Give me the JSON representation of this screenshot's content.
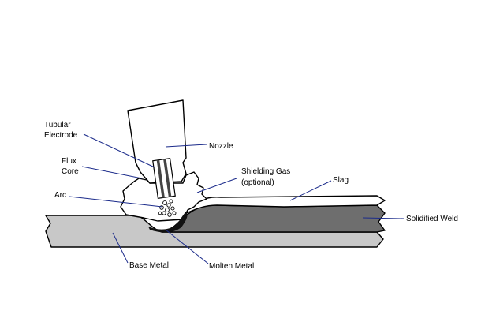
{
  "labels": {
    "tubular_electrode": [
      "Tubular",
      "Electrode"
    ],
    "flux_core": [
      "Flux",
      "Core"
    ],
    "arc": "Arc",
    "nozzle": "Nozzle",
    "shielding_gas": [
      "Shielding Gas",
      "(optional)"
    ],
    "slag": "Slag",
    "solidified_weld": "Solidified Weld",
    "base_metal": "Base Metal",
    "molten_metal": "Molten Metal"
  },
  "colors": {
    "base_metal": "#c8c8c8",
    "solidified_weld": "#6e6e6e",
    "slag": "#ffffff",
    "molten_metal": "#111111",
    "leader_lines": "#1a2a8a"
  }
}
